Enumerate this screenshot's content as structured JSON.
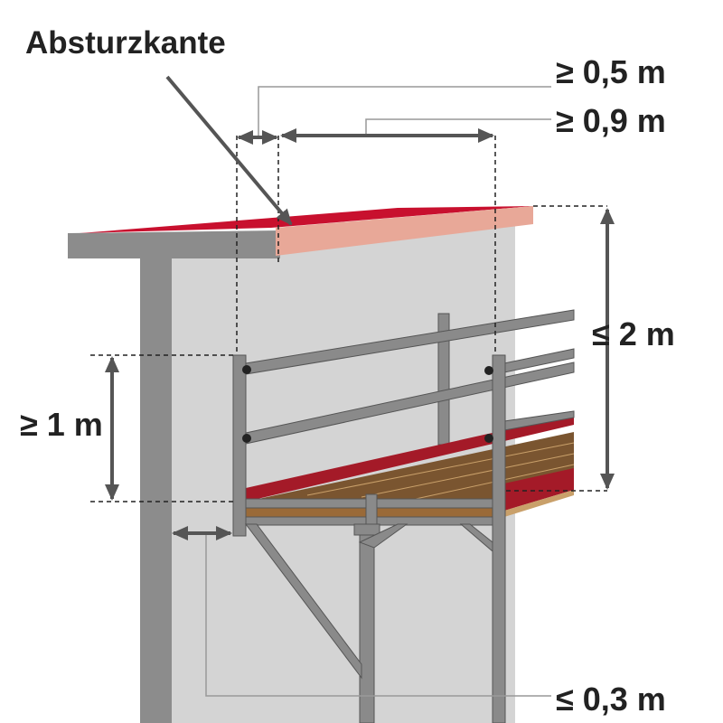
{
  "title": "Absturzkante",
  "dimensions": {
    "edge_distance": "≥ 0,5 m",
    "platform_width": "≥ 0,9 m",
    "height_difference": "≤ 2 m",
    "guardrail_height": "≥ 1 m",
    "wall_gap": "≤ 0,3 m"
  },
  "colors": {
    "roof": "#c8102e",
    "edge": "#e8a898",
    "wall": "#d4d4d4",
    "steel": "#8a8a8a",
    "wood": "#7a5530",
    "line": "#555555"
  }
}
